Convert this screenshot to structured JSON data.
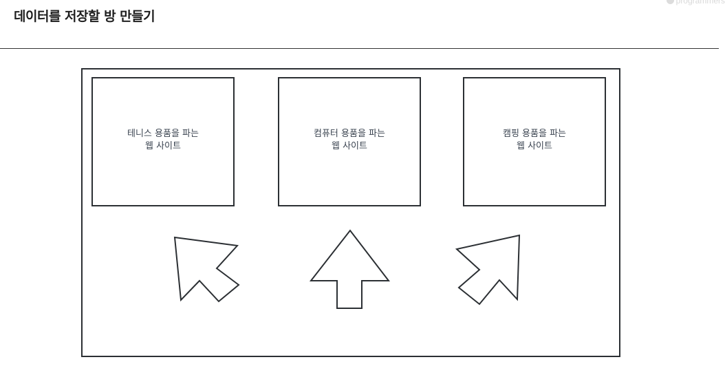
{
  "header": {
    "title": "데이터를 저장할 방 만들기",
    "watermark": "programmers"
  },
  "diagram": {
    "boxes": [
      {
        "label": "테니스 용품을 파는\n웹 사이트"
      },
      {
        "label": "컴퓨터 용품을 파는\n웹 사이트"
      },
      {
        "label": "캠핑 용품을 파는\n웹 사이트"
      }
    ],
    "arrows": [
      {
        "direction": "up-left"
      },
      {
        "direction": "up"
      },
      {
        "direction": "up-right"
      }
    ],
    "colors": {
      "stroke": "#2b2f33",
      "text": "#3a4350"
    }
  }
}
